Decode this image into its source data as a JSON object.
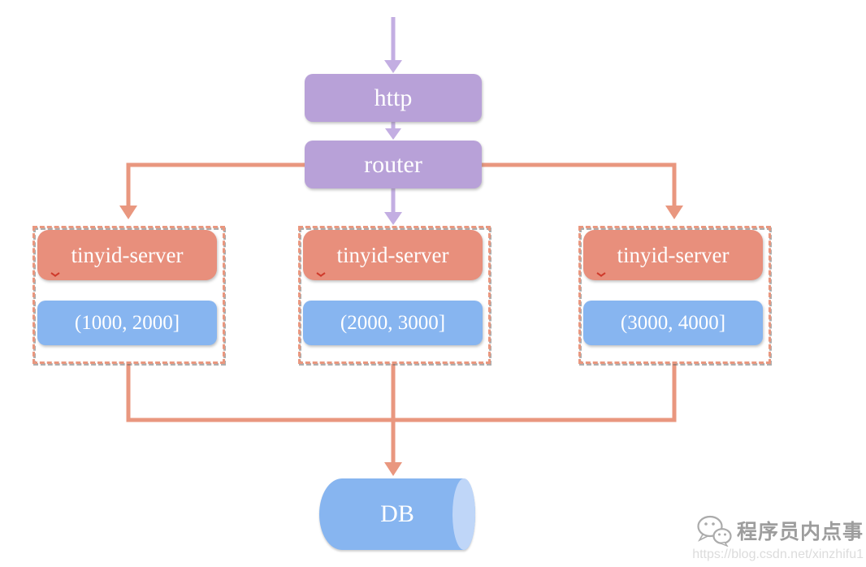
{
  "diagram": {
    "nodes": {
      "http": {
        "label": "http"
      },
      "router": {
        "label": "router"
      },
      "db": {
        "label": "DB"
      }
    },
    "servers": [
      {
        "name": "tinyid-server",
        "range": "(1000, 2000]"
      },
      {
        "name": "tinyid-server",
        "range": "(2000, 3000]"
      },
      {
        "name": "tinyid-server",
        "range": "(3000, 4000]"
      }
    ],
    "colors": {
      "purple": "#b8a1d8",
      "purple_arrow": "#c3aee2",
      "salmon": "#e88f7c",
      "salmon_line": "#e9977f",
      "blue": "#87b5f0",
      "blue_cap": "#bfd6f8"
    }
  },
  "watermark": {
    "brand": "程序员内点事",
    "url": "https://blog.csdn.net/xinzhifu1"
  }
}
